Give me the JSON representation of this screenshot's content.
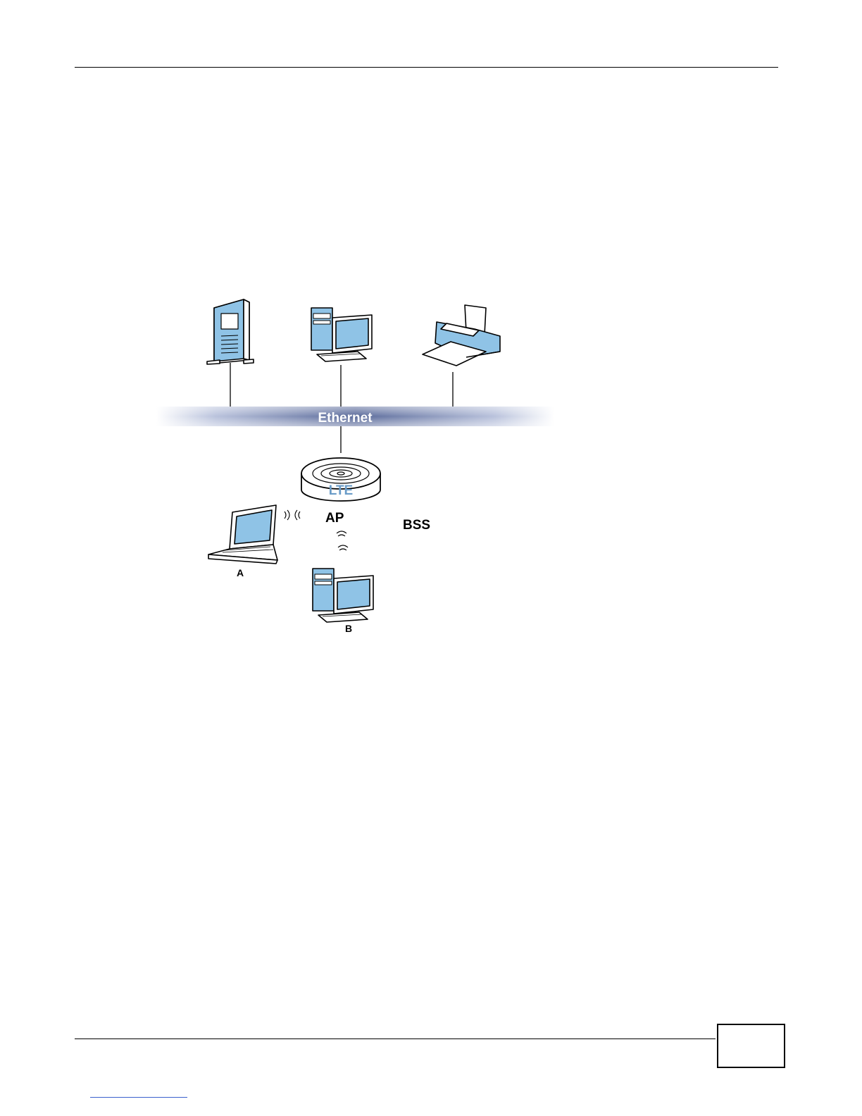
{
  "diagram": {
    "labels": {
      "ethernet": "Ethernet",
      "lte": "LTE",
      "ap": "AP",
      "bss": "BSS",
      "station_a": "A",
      "station_b": "B"
    },
    "icons": [
      "server-icon",
      "desktop-computer-icon",
      "printer-icon",
      "lte-access-point-icon",
      "laptop-icon",
      "wireless-signal-icon"
    ],
    "colors": {
      "device_blue": "#8fc3e6",
      "ethernet_band": "#5a6a9a",
      "ethernet_text": "#ffffff",
      "lte_text": "#6a9cc8"
    }
  }
}
